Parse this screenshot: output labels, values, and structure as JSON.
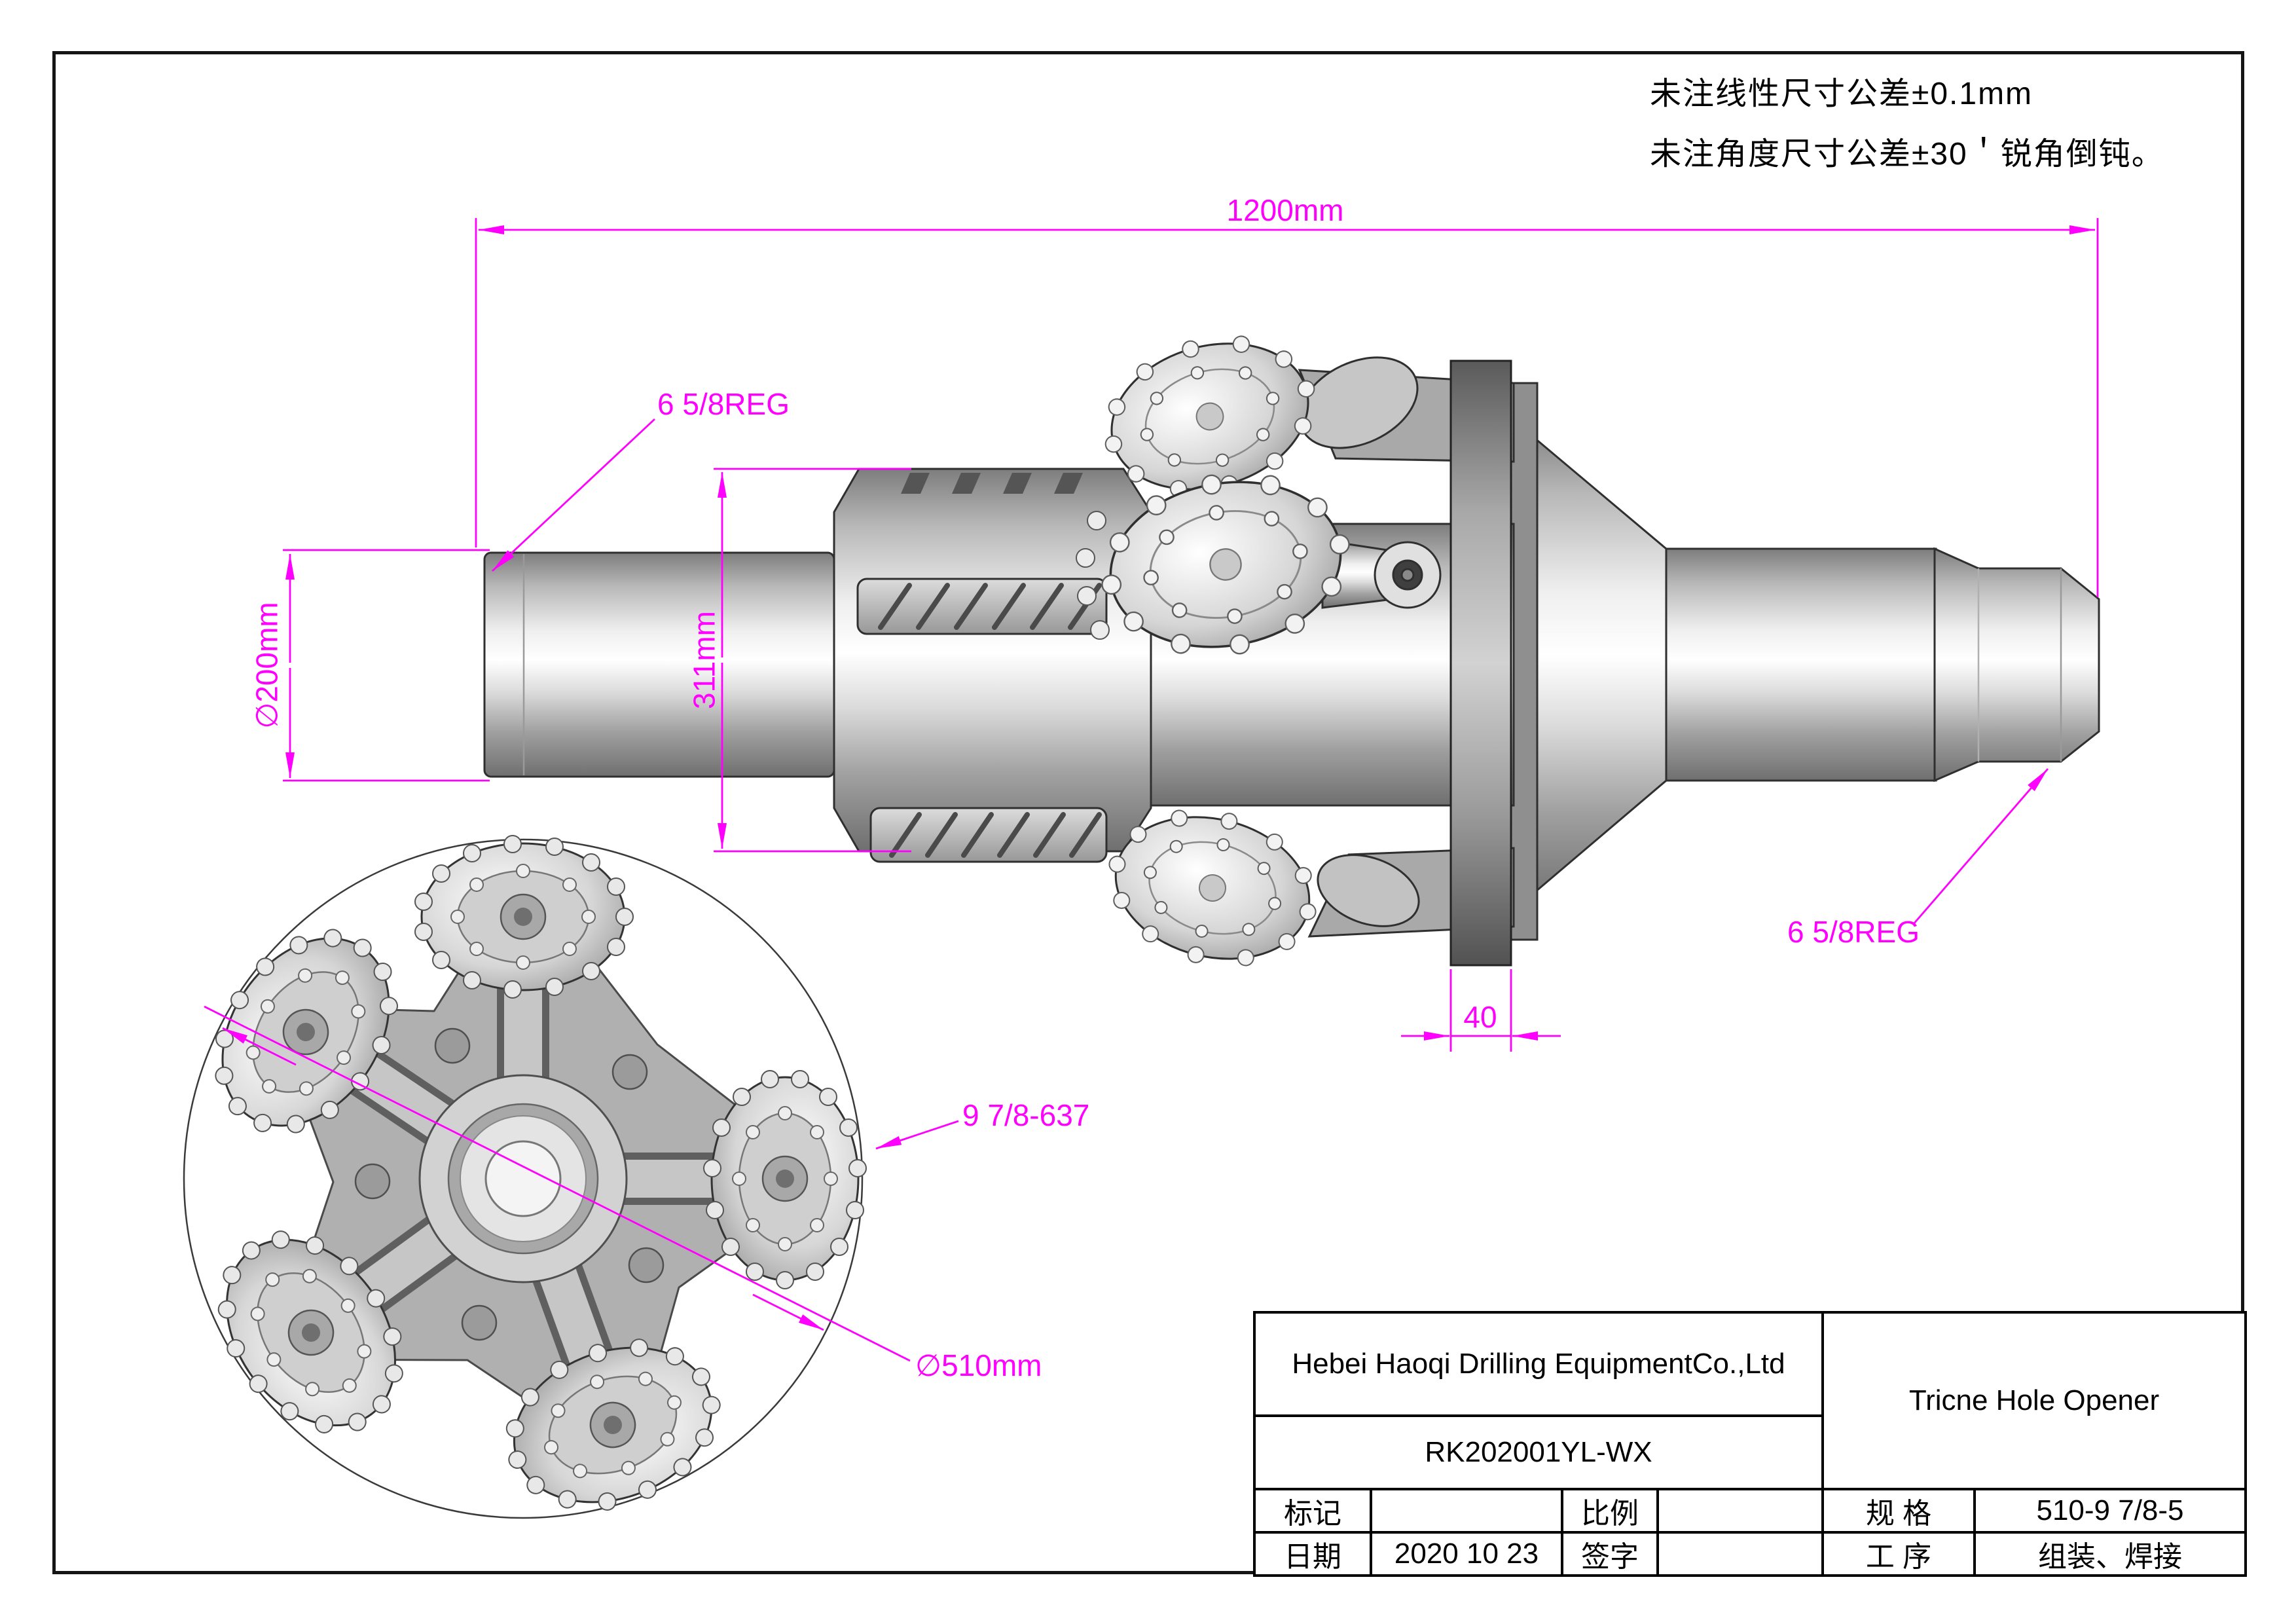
{
  "notes": {
    "tolerance_linear": "未注线性尺寸公差±0.1mm",
    "tolerance_angle": "未注角度尺寸公差±30＇锐角倒钝。"
  },
  "dims": {
    "overall": "1200mm",
    "reg_left": "6 5/8REG",
    "reg_right": "6 5/8REG",
    "dia200": "∅200mm",
    "len311": "311mm",
    "t40": "40",
    "cutter": "9 7/8-637",
    "dia510": "∅510mm"
  },
  "title_block": {
    "company": "Hebei Haoqi Drilling EquipmentCo.,Ltd",
    "product": "Tricne Hole Opener",
    "drawing_no": "RK202001YL-WX",
    "mark_label": "标记",
    "mark_value": "",
    "scale_label": "比例",
    "scale_value": "",
    "spec_label": "规 格",
    "spec_value": "510-9 7/8-5",
    "date_label": "日期",
    "date_value": "2020 10 23",
    "sign_label": "签字",
    "sign_value": "",
    "process_label": "工 序",
    "process_value": "组装、焊接"
  },
  "colors": {
    "dimension": "#ff00ff",
    "line": "#151515"
  }
}
